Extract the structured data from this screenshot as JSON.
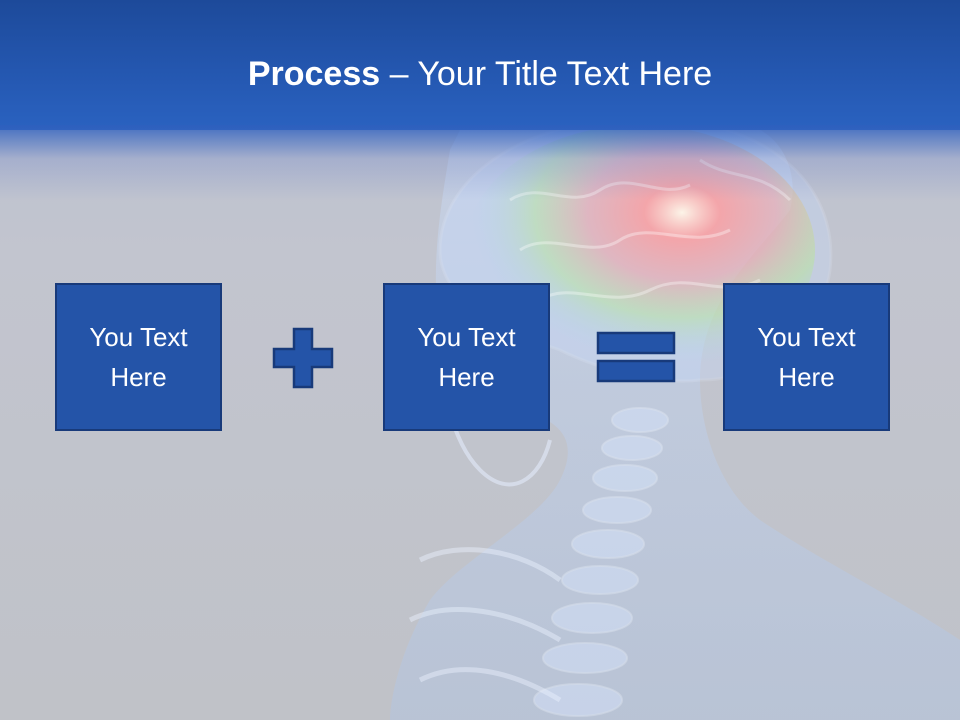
{
  "slide": {
    "title_bold": "Process",
    "title_rest": " – Your Title Text Here",
    "boxes": [
      {
        "text": "You Text Here"
      },
      {
        "text": "You Text Here"
      },
      {
        "text": "You Text Here"
      }
    ],
    "operators": [
      "plus-icon",
      "equals-icon"
    ],
    "colors": {
      "header": "#2457b0",
      "box_fill": "#2454a8",
      "box_border": "#183a7a",
      "text": "#ffffff"
    }
  }
}
